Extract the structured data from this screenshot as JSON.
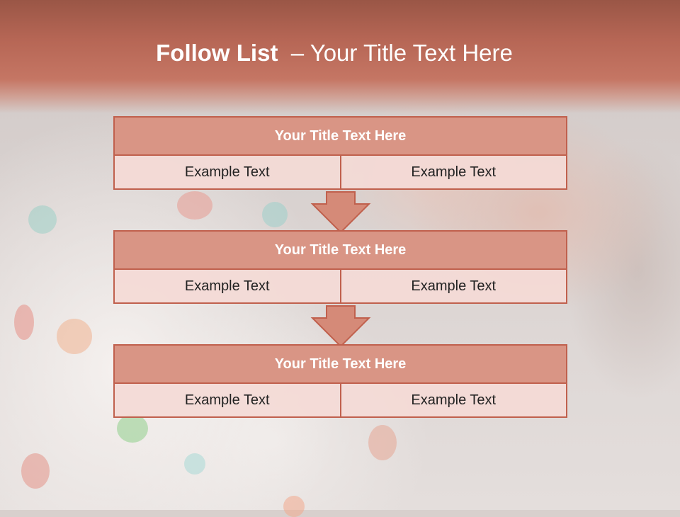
{
  "header": {
    "title_strong": "Follow List",
    "title_rest": "  – Your Title Text Here"
  },
  "colors": {
    "header": "#b66655",
    "block_title_bg": "#d99585",
    "block_border": "#c0604d",
    "cell_bg": "#f4dad6"
  },
  "steps": [
    {
      "title": "Your Title Text Here",
      "left": "Example Text",
      "right": "Example Text"
    },
    {
      "title": "Your Title Text Here",
      "left": "Example Text",
      "right": "Example Text"
    },
    {
      "title": "Your Title Text Here",
      "left": "Example Text",
      "right": "Example Text"
    }
  ],
  "connectors": [
    "down-arrow-icon",
    "down-arrow-icon"
  ]
}
